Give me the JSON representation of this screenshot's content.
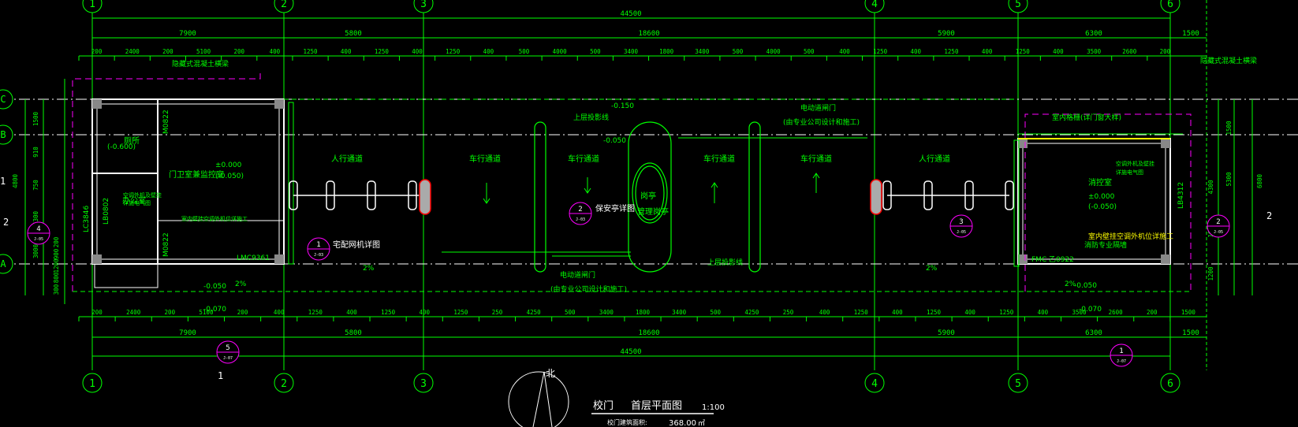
{
  "title": {
    "name": "校门",
    "view": "首层平面图",
    "scale": "1:100",
    "area_label": "校门建筑面积:",
    "area_value": "368.00",
    "area_unit": "㎡"
  },
  "axes": {
    "vertical": [
      "1",
      "2",
      "3",
      "4",
      "5",
      "6"
    ],
    "horizontal": [
      "A",
      "B",
      "C"
    ]
  },
  "dims": {
    "overall": "44500",
    "top_spans": [
      "7900",
      "5800",
      "18600",
      "5900",
      "6300",
      "1500"
    ],
    "top_details": [
      "200",
      "2400",
      "200",
      "5100",
      "200",
      "400",
      "1250",
      "400",
      "1250",
      "400",
      "1250",
      "400",
      "500",
      "4000",
      "500",
      "3400",
      "1800",
      "3400",
      "500",
      "4000",
      "500",
      "400",
      "1250",
      "400",
      "1250",
      "400",
      "1250",
      "400",
      "3500",
      "2600",
      "200"
    ],
    "bottom_details": [
      "200",
      "2400",
      "200",
      "5100",
      "200",
      "400",
      "1250",
      "400",
      "1250",
      "400",
      "1250",
      "250",
      "4250",
      "500",
      "3400",
      "1800",
      "3400",
      "500",
      "4250",
      "250",
      "400",
      "1250",
      "400",
      "1250",
      "400",
      "1250",
      "400",
      "3500",
      "2600",
      "200",
      "1500"
    ],
    "bottom_spans": [
      "7900",
      "5800",
      "18600",
      "5900",
      "6300",
      "1500"
    ],
    "left": [
      "1500",
      "910",
      "750",
      "5300",
      "3000",
      "200",
      "900",
      "1200",
      "800",
      "300",
      "4800"
    ],
    "right": [
      "1500",
      "5300",
      "6800",
      "4300",
      "1000",
      "1200"
    ]
  },
  "rooms": {
    "guard": "门卫室兼监控室",
    "office": "办公室",
    "toilet": "厕所",
    "control": "消控室",
    "kiosk": "岗亭",
    "kiosk2": "管理岗亭"
  },
  "lanes": [
    "人行通道",
    "车行通道",
    "车行通道",
    "车行通道",
    "车行通道",
    "人行通道"
  ],
  "notes": {
    "hidden_beam_l": "隐藏式混凝土横梁",
    "hidden_beam_r": "隐藏式混凝土横梁",
    "upper_shadow": "上层投影线",
    "upper_shadow2": "上层投影线",
    "electric_gate": "电动道闸门",
    "gate_note": "(由专业公司设计和施工)",
    "electric_gate2": "电动道闸门",
    "gate_note2": "(由专业公司设计和施工)",
    "window_note": "室内格栅(详门窗大样)",
    "ac_note_l": "空调外机及壁挂",
    "ac_note_l2": "详施电气图",
    "ac_note_r": "空调外机及壁挂",
    "ac_note_r2": "详施电气图",
    "guard_ac": "室内壁挂空调外机位详施工",
    "fmc_note": "消防专业隔墙",
    "detail_note1": "宅配网机详图",
    "detail_note2": "保安亭详图"
  },
  "levels": {
    "l0": "±0.000",
    "lm05": "(-0.050)",
    "lm6": "(-0.600)",
    "l050": "-0.050",
    "l070": "-0.070",
    "lm150": "-0.150",
    "lr0": "±0.000",
    "lr05": "(-0.050)",
    "lr050": "-0.050",
    "lr070": "-0.070",
    "slope": "2%"
  },
  "tags": {
    "m0822a": "M0822",
    "m0822b": "M0822",
    "lc3846": "LC3846",
    "lb0802": "LB0802",
    "lmc9361": "LMC9361",
    "lb4312": "LB4312",
    "fmc": "FMC",
    "fmc_no": "乙0922"
  },
  "detail_marks": [
    {
      "num": "4",
      "sheet": "J-05"
    },
    {
      "num": "1",
      "sheet": "J-03"
    },
    {
      "num": "2",
      "sheet": "J-03"
    },
    {
      "num": "3",
      "sheet": "J-05"
    },
    {
      "num": "2",
      "sheet": "J-05"
    },
    {
      "num": "5",
      "sheet": "J-07"
    },
    {
      "num": "1",
      "sheet": "J-07"
    }
  ],
  "side_marks": [
    "1",
    "2",
    "2",
    "1"
  ],
  "north": "北",
  "colors": {
    "background": "#000000",
    "dim": "#00ff00",
    "wall": "#ffffff",
    "axis": "#00ff00",
    "note": "#ff00ff",
    "accent": "#ff0000",
    "yellow": "#ffff00"
  }
}
